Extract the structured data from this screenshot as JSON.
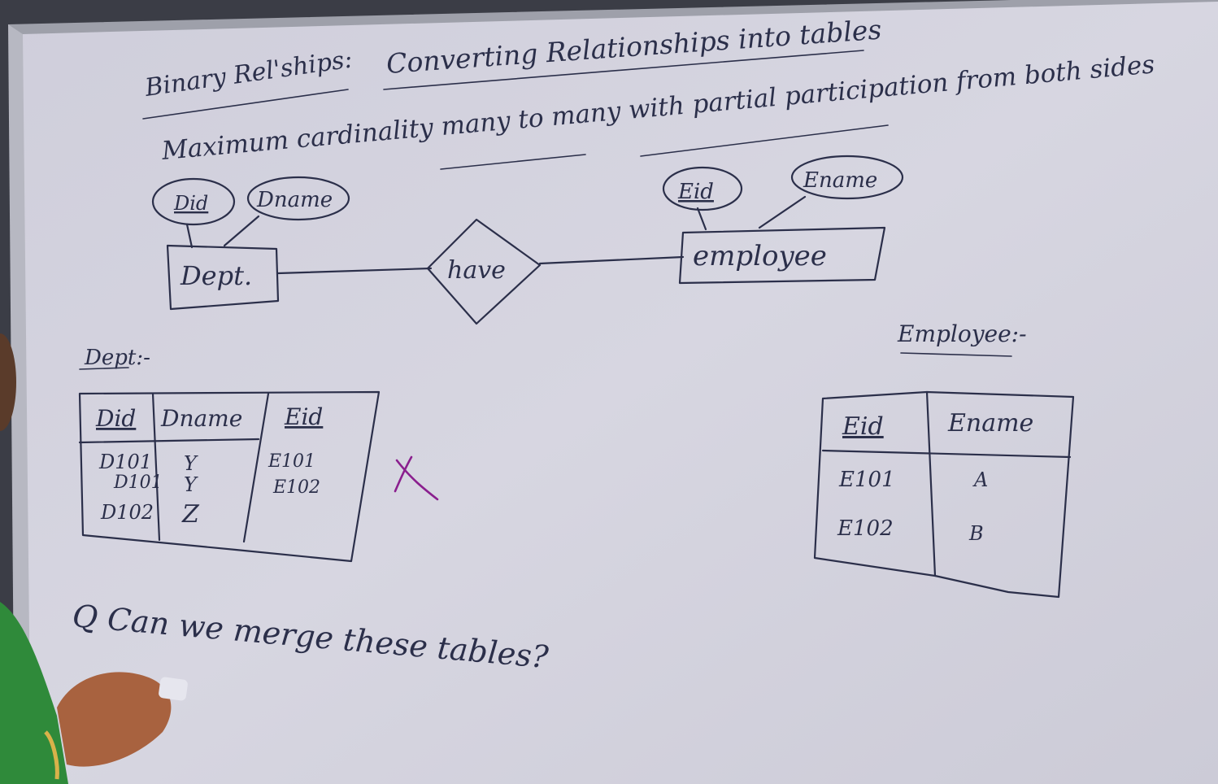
{
  "title": {
    "prefix": "Binary Rel'ships:",
    "main": "Converting Relationships into tables"
  },
  "subtitle": "Maximum cardinality many to many with partial participation from both sides",
  "er": {
    "entity_left": "Dept.",
    "attr_left_key": "Did",
    "attr_left_2": "Dname",
    "relationship": "have",
    "entity_right": "employee",
    "attr_right_key": "Eid",
    "attr_right_2": "Ename"
  },
  "dept_table": {
    "caption": "Dept:-",
    "headers": [
      "Did",
      "Dname",
      "Eid"
    ],
    "rows": [
      [
        "D101",
        "Y",
        "E101"
      ],
      [
        "D101",
        "Y",
        "E102"
      ],
      [
        "D102",
        "Z",
        ""
      ]
    ]
  },
  "cross_mark": "X",
  "employee_table": {
    "caption": "Employee:-",
    "headers": [
      "Eid",
      "Ename"
    ],
    "rows": [
      [
        "E101",
        "A"
      ],
      [
        "E102",
        "B"
      ]
    ]
  },
  "question": "Q Can we merge these tables?",
  "colors": {
    "board": "#d4d3df",
    "ink": "#2b2f4a",
    "cross": "#8a1f8e",
    "sleeve": "#2f8a3a",
    "skin": "#a8623f"
  }
}
